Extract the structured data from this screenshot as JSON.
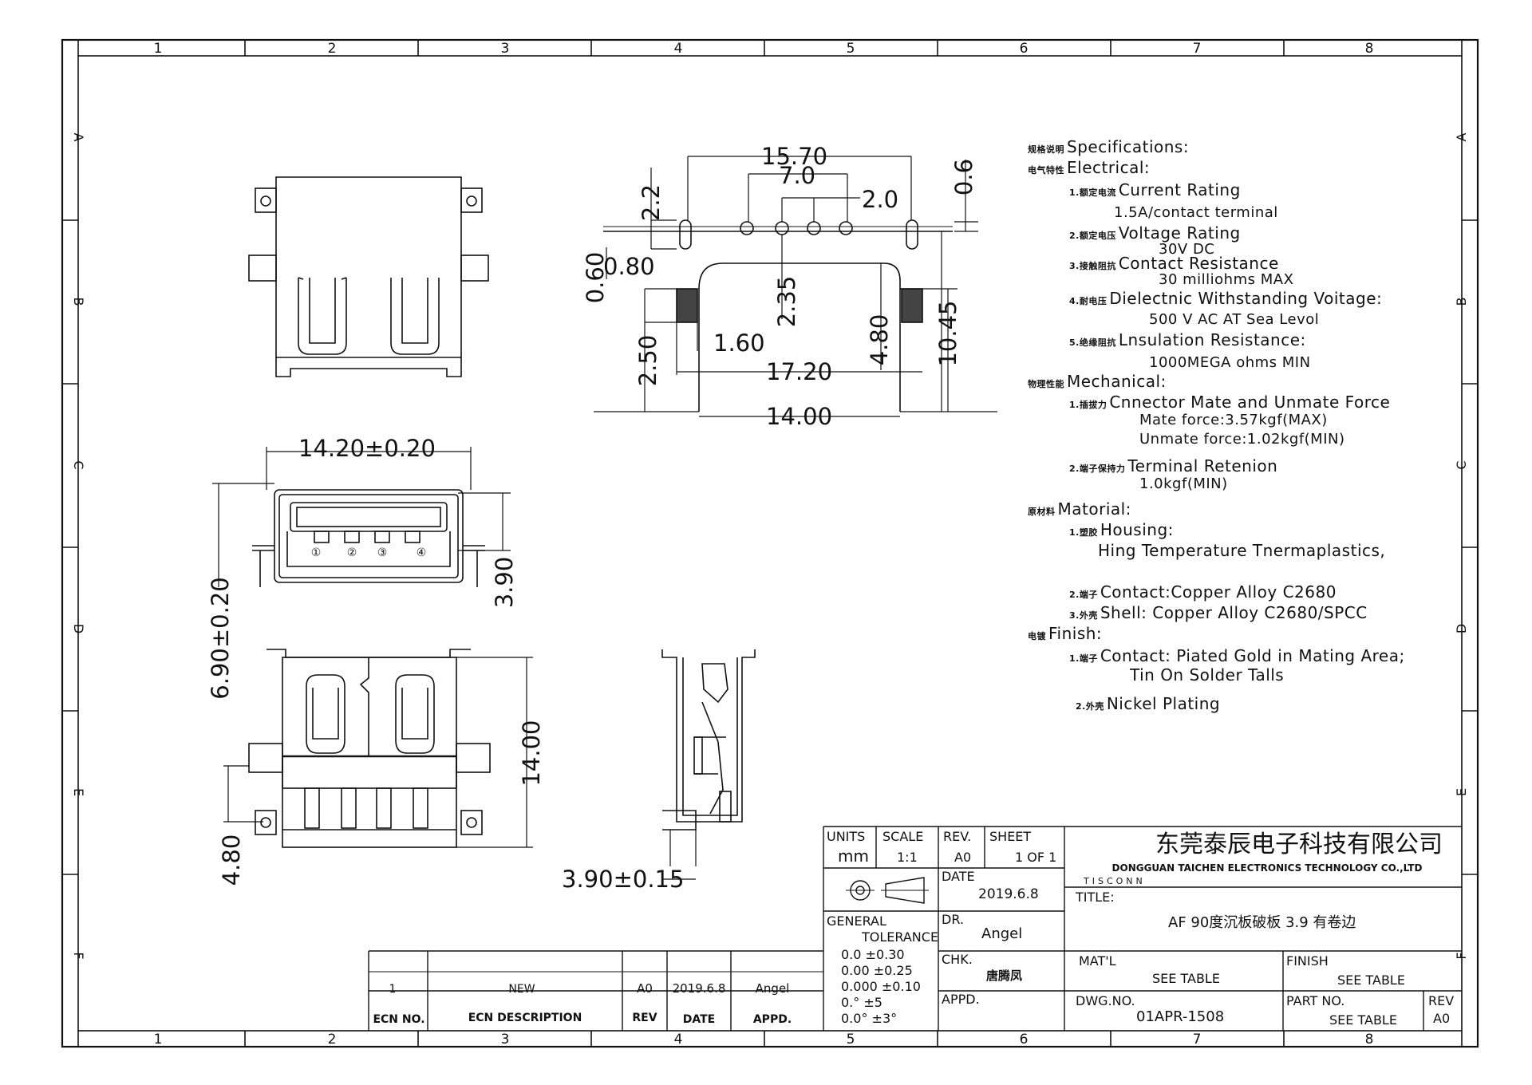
{
  "frame": {
    "cols_top": [
      "1",
      "2",
      "3",
      "4",
      "5",
      "6",
      "7",
      "8"
    ],
    "cols_bottom": [
      "1",
      "2",
      "3",
      "4",
      "5",
      "6",
      "7",
      "8"
    ],
    "rows_left": [
      "A",
      "B",
      "C",
      "D",
      "E",
      "F"
    ],
    "rows_right": [
      "A",
      "B",
      "C",
      "D",
      "E",
      "F"
    ]
  },
  "dims": {
    "d1570": "15.70",
    "d70": "7.0",
    "d20": "2.0",
    "d22": "2.2",
    "d06": "0.6",
    "d060": "0.60",
    "d080": "0.80",
    "d235": "2.35",
    "d480a": "4.80",
    "d1045": "10.45",
    "d250": "2.50",
    "d160": "1.60",
    "d1720": "17.20",
    "d1400a": "14.00",
    "d1420": "14.20±0.20",
    "d690": "6.90±0.20",
    "d390": "3.90",
    "d1400b": "14.00",
    "d480b": "4.80",
    "d390b": "3.90±0.15",
    "pins": [
      "①",
      "②",
      "③",
      "④"
    ]
  },
  "specs": [
    {
      "cn": "规格说明",
      "text": "Specifications:"
    },
    {
      "cn": "电气特性",
      "text": "Electrical:"
    },
    {
      "cn": "1.额定电流",
      "text": "Current Rating"
    },
    {
      "cn": "",
      "text": "1.5A/contact terminal"
    },
    {
      "cn": "2.额定电压",
      "text": "Voltage Rating"
    },
    {
      "cn": "",
      "text": "30V DC"
    },
    {
      "cn": "3.接触阻抗",
      "text": "Contact Resistance"
    },
    {
      "cn": "",
      "text": "30 milliohms MAX"
    },
    {
      "cn": "4.耐电压",
      "text": "Dielectnic Withstanding Voitage:"
    },
    {
      "cn": "",
      "text": "500 V AC AT Sea Levol"
    },
    {
      "cn": "5.绝缘阻抗",
      "text": "Lnsulation Resistance:"
    },
    {
      "cn": "",
      "text": "1000MEGA ohms MIN"
    },
    {
      "cn": "物理性能",
      "text": "Mechanical:"
    },
    {
      "cn": "1.插拔力",
      "text": "Cnnector Mate and Unmate Force"
    },
    {
      "cn": "",
      "text": "Mate force:3.57kgf(MAX)"
    },
    {
      "cn": "",
      "text": "Unmate force:1.02kgf(MIN)"
    },
    {
      "cn": "2.端子保持力",
      "text": "Terminal Retenion"
    },
    {
      "cn": "",
      "text": "1.0kgf(MIN)"
    },
    {
      "cn": "原材料",
      "text": "Matorial:"
    },
    {
      "cn": "1.塑胶",
      "text": "Housing:"
    },
    {
      "cn": "",
      "text": "Hing Temperature  Tnermaplastics,"
    },
    {
      "cn": "2.端子",
      "text": "Contact:Copper Alloy C2680"
    },
    {
      "cn": "3.外壳",
      "text": "Shell: Copper Alloy C2680/SPCC"
    },
    {
      "cn": "电镀",
      "text": "Finish:"
    },
    {
      "cn": "1.端子",
      "text": "Contact: Piated Gold in Mating Area;"
    },
    {
      "cn": "",
      "text": "Tin On Solder Talls"
    },
    {
      "cn": "2.外壳",
      "text": "Nickel Plating"
    }
  ],
  "title_block": {
    "units_label": "UNITS",
    "units_value": "mm",
    "scale_label": "SCALE",
    "scale_value": "1:1",
    "rev_label": "REV.",
    "rev_value": "A0",
    "sheet_label": "SHEET",
    "sheet_value": "1 OF 1",
    "date_label": "DATE",
    "date_value": "2019.6.8",
    "general_label": "GENERAL",
    "tolerance_label": "TOLERANCE",
    "tolerances": [
      "0.0    ±0.30",
      "0.00   ±0.25",
      "0.000  ±0.10",
      "0.°  ±5",
      "0.0° ±3°"
    ],
    "dr_label": "DR.",
    "dr_value": "Angel",
    "chk_label": "CHK.",
    "chk_value": "唐腾凤",
    "appd_label": "APPD.",
    "company_cn": "东莞泰辰电子科技有限公司",
    "company_en": "DONGGUAN TAICHEN ELECTRONICS TECHNOLOGY CO.,LTD",
    "brand": "TISCONN",
    "title_label": "TITLE:",
    "title_value": "AF 90度沉板破板 3.9 有卷边",
    "matl_label": "MAT'L",
    "matl_value": "SEE TABLE",
    "finish_label": "FINISH",
    "finish_value": "SEE TABLE",
    "dwg_label": "DWG.NO.",
    "dwg_value": "01APR-1508",
    "partno_label": "PART NO.",
    "partno_value": "SEE TABLE",
    "rev2_label": "REV",
    "rev2_value": "A0"
  },
  "ecn": {
    "row": {
      "no": "1",
      "desc": "NEW",
      "rev": "A0",
      "date": "2019.6.8",
      "appd": "Angel"
    },
    "headers": {
      "no": "ECN NO.",
      "desc": "ECN DESCRIPTION",
      "rev": "REV",
      "date": "DATE",
      "appd": "APPD."
    }
  }
}
